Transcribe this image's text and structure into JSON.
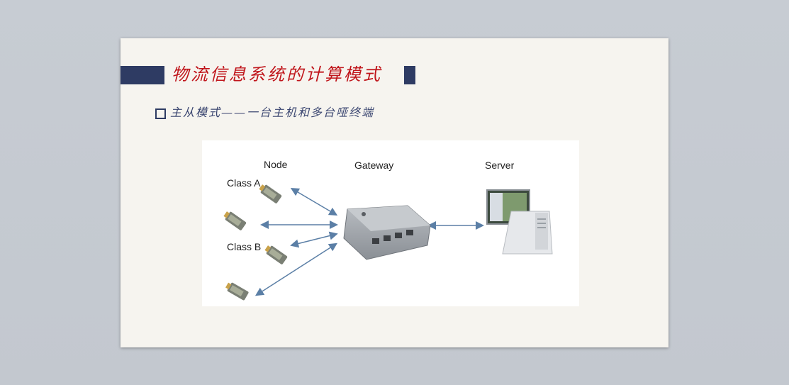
{
  "slide": {
    "title": "物流信息系统的计算模式",
    "bullet": "主从模式——一台主机和多台哑终端"
  },
  "diagram": {
    "node_label": "Node",
    "gateway_label": "Gateway",
    "server_label": "Server",
    "class_a_label": "Class A",
    "class_b_label": "Class B"
  },
  "colors": {
    "title_red": "#c0151b",
    "accent_navy": "#2e3b63",
    "arrow_blue": "#5b7fa6"
  }
}
